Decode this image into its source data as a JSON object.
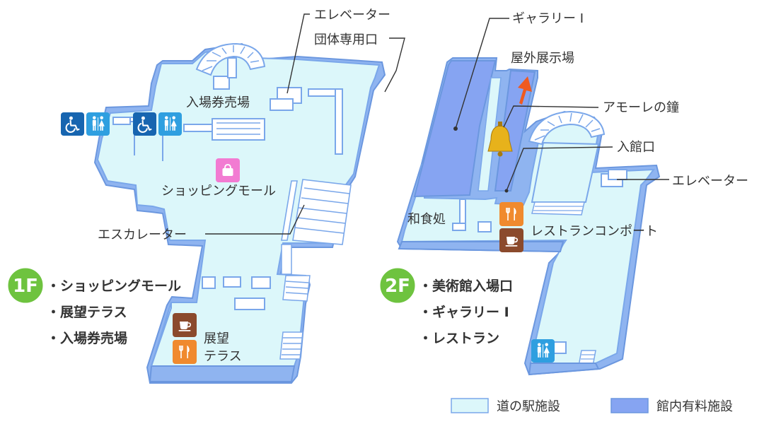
{
  "colors": {
    "floor_fill": "#dcf7fa",
    "floor_stroke": "#7aa7ea",
    "wall_fill": "#8fb4f0",
    "paid_fill": "#86a4f2",
    "label_text": "#333333",
    "leader_line": "#333333",
    "badge_green": "#6ec33f",
    "icon_blue_dark": "#1765b0",
    "icon_blue": "#2f9fe0",
    "icon_pink": "#f27bd2",
    "icon_orange": "#f08a2e",
    "icon_brown": "#8b4a2c",
    "arrow_orange": "#ef5a21",
    "bell_gold": "#e7b21b"
  },
  "floor1": {
    "badge": "1F",
    "labels": {
      "elevator": "エレベーター",
      "group_entrance": "団体専用口",
      "ticket_counter": "入場券売場",
      "shopping_mall": "ショッピングモール",
      "escalator": "エスカレーター",
      "terrace_line1": "展望",
      "terrace_line2": "テラス"
    },
    "features": [
      "・ショッピングモール",
      "・展望テラス",
      "・入場券売場"
    ],
    "icons": [
      "wheelchair-icon",
      "restroom-icon",
      "wheelchair-icon",
      "restroom-icon",
      "shopping-bag-icon",
      "cafe-icon",
      "restaurant-icon"
    ]
  },
  "floor2": {
    "badge": "2F",
    "labels": {
      "gallery": "ギャラリー I",
      "outdoor_exhibit": "屋外展示場",
      "bell": "アモーレの鐘",
      "entrance": "入館口",
      "elevator": "エレベーター",
      "japanese_restaurant": "和食処",
      "restaurant": "レストランコンポート"
    },
    "features": [
      "・美術館入場口",
      "・ギャラリー I",
      "・レストラン"
    ],
    "icons": [
      "bell-icon",
      "arrow-icon",
      "restaurant-icon",
      "cafe-icon",
      "restroom-icon"
    ]
  },
  "legend": [
    {
      "label": "道の駅施設",
      "color": "#dcf7fa"
    },
    {
      "label": "館内有料施設",
      "color": "#86a4f2"
    }
  ]
}
